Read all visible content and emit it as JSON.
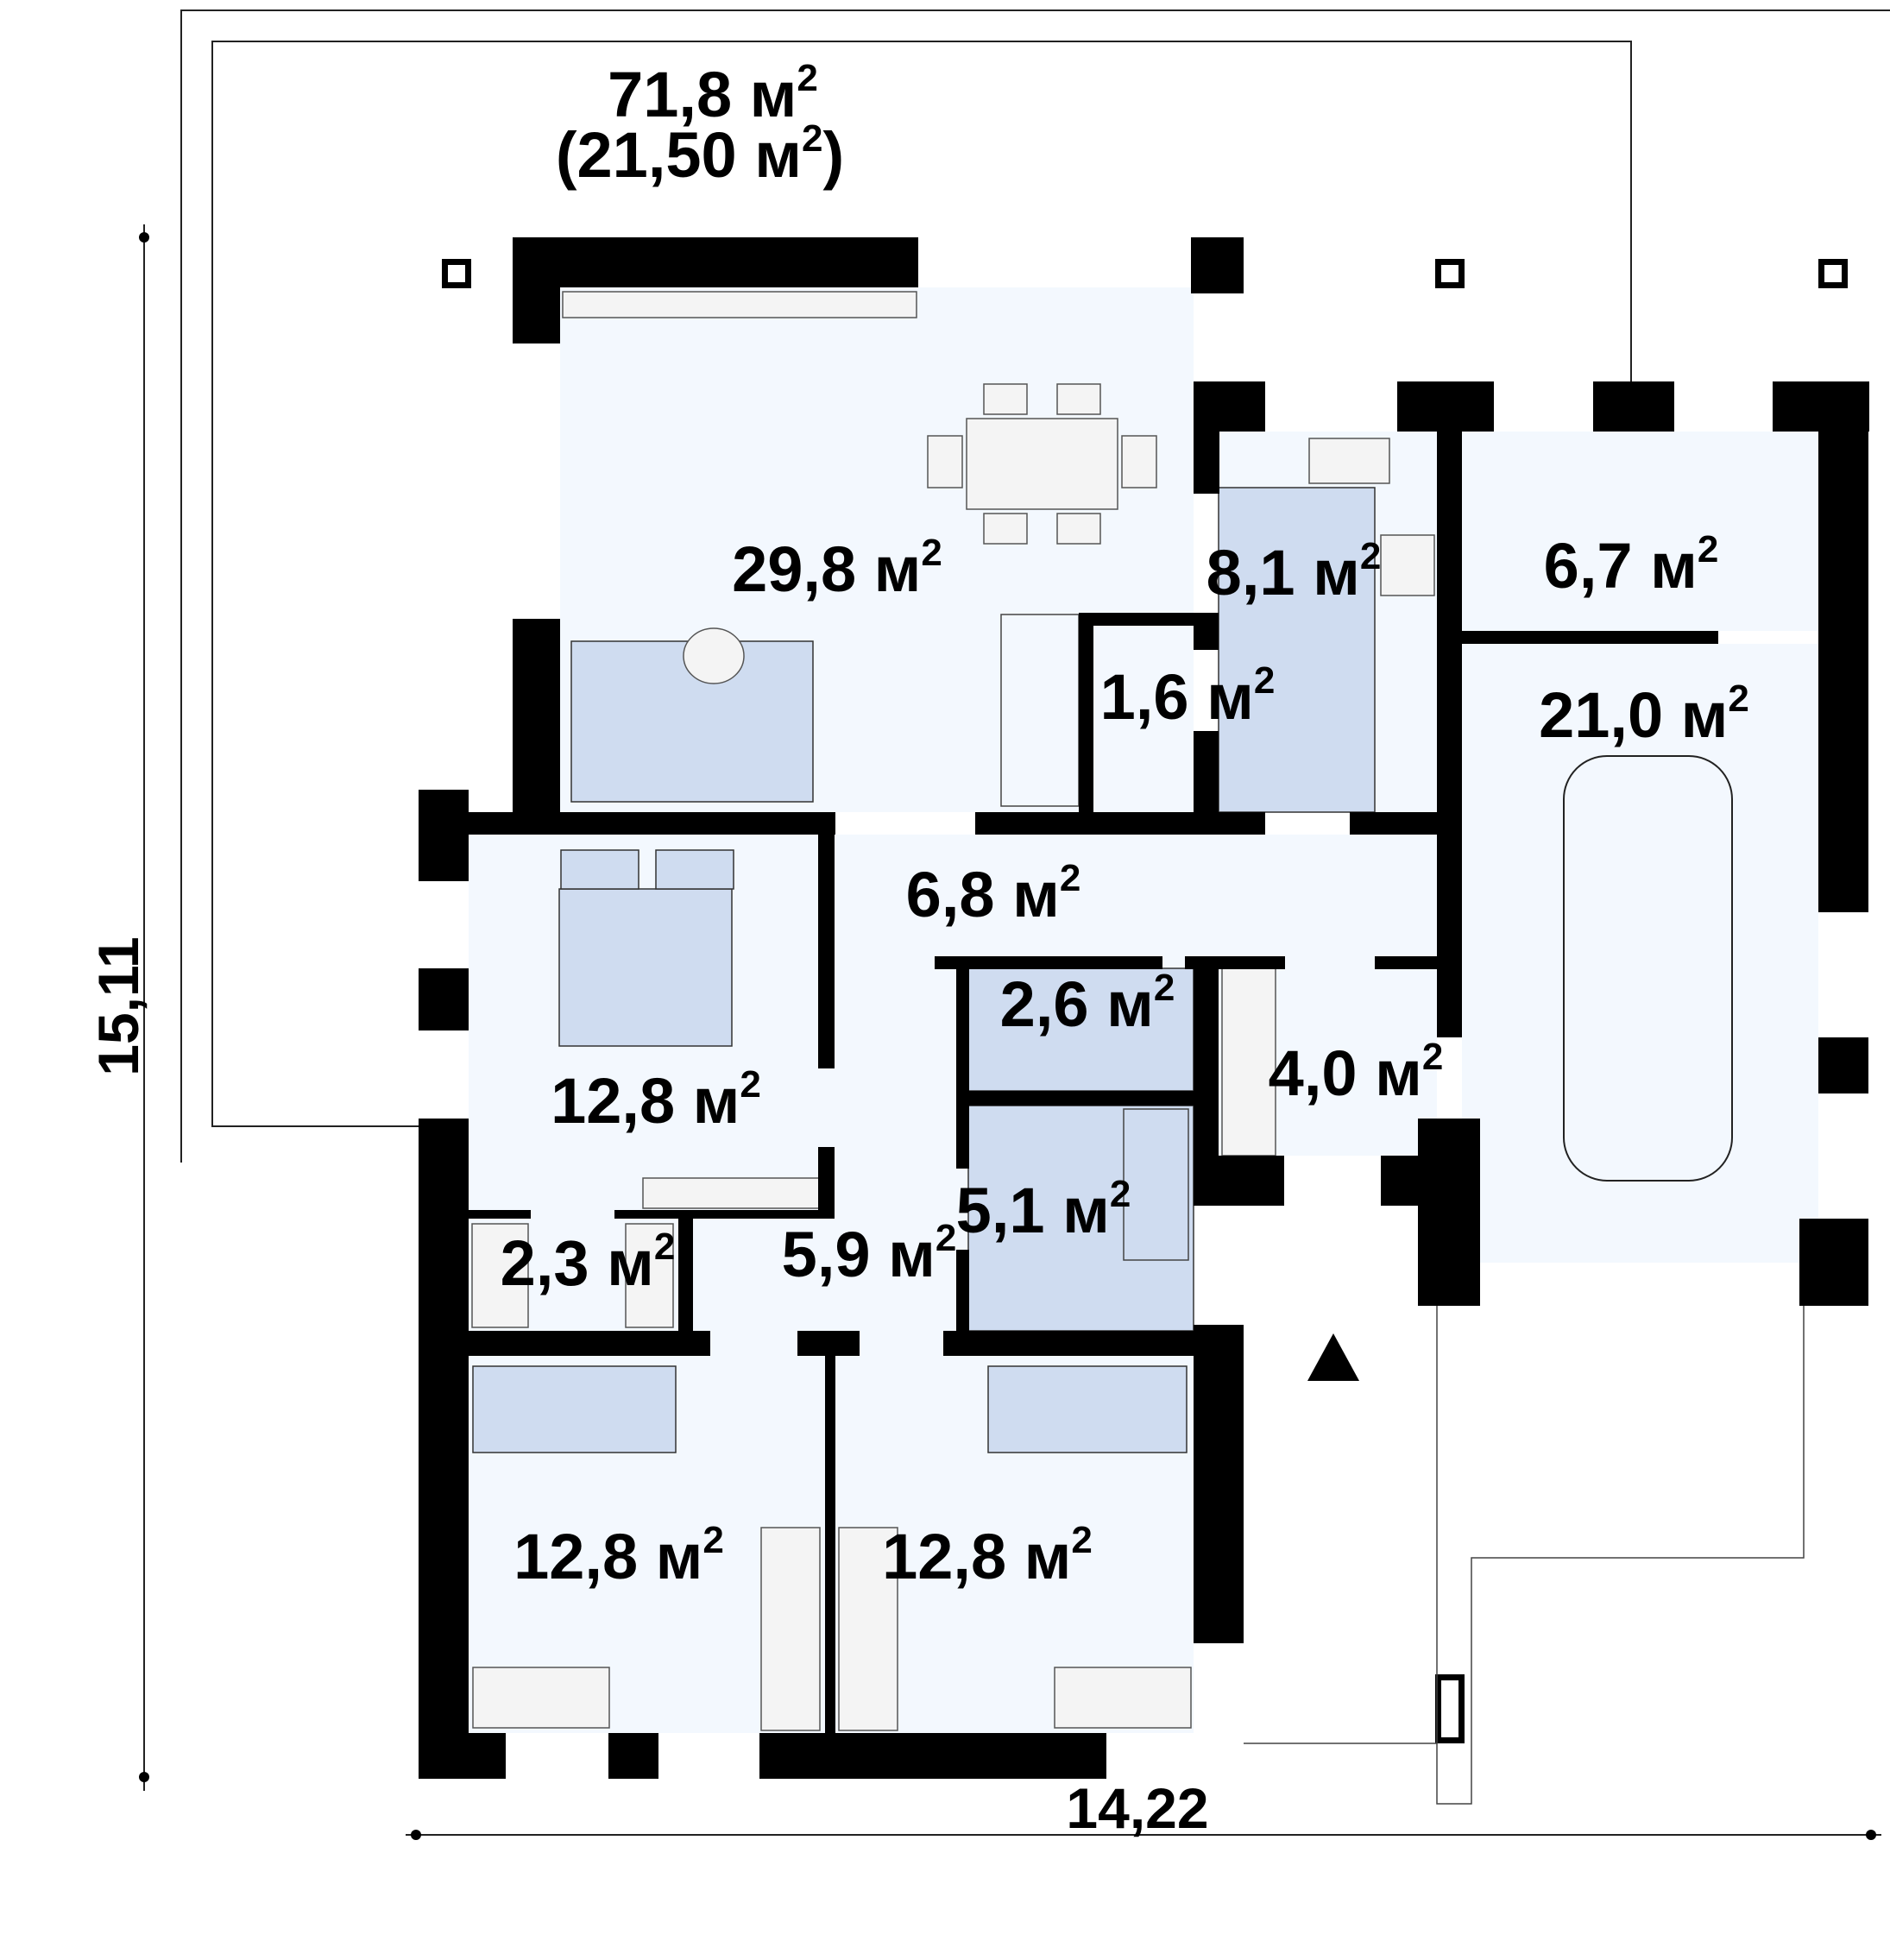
{
  "terrace": {
    "area": "71,8 м",
    "area_sup": "2",
    "covered": "(21,50 м",
    "covered_sup": "2",
    "covered_close": ")"
  },
  "rooms": [
    {
      "id": "living-dining",
      "area": "29,8 м",
      "sup": "2"
    },
    {
      "id": "kitchen",
      "area": "8,1 м",
      "sup": "2"
    },
    {
      "id": "utility",
      "area": "6,7 м",
      "sup": "2"
    },
    {
      "id": "wc",
      "area": "1,6 м",
      "sup": "2"
    },
    {
      "id": "garage",
      "area": "21,0 м",
      "sup": "2"
    },
    {
      "id": "hall",
      "area": "6,8 м",
      "sup": "2"
    },
    {
      "id": "shower-room",
      "area": "2,6 м",
      "sup": "2"
    },
    {
      "id": "master-bedroom",
      "area": "12,8 м",
      "sup": "2"
    },
    {
      "id": "entrance-closet",
      "area": "4,0 м",
      "sup": "2"
    },
    {
      "id": "bathroom",
      "area": "5,1 м",
      "sup": "2"
    },
    {
      "id": "wardrobe",
      "area": "2,3 м",
      "sup": "2"
    },
    {
      "id": "corridor",
      "area": "5,9 м",
      "sup": "2"
    },
    {
      "id": "bedroom-left",
      "area": "12,8 м",
      "sup": "2"
    },
    {
      "id": "bedroom-right",
      "area": "12,8 м",
      "sup": "2"
    }
  ],
  "dimensions": {
    "height": "15,11",
    "width": "14,22"
  },
  "colors": {
    "wall": "#000000",
    "floor": "#f3f8fe",
    "furniture": "#cfdcf0"
  }
}
